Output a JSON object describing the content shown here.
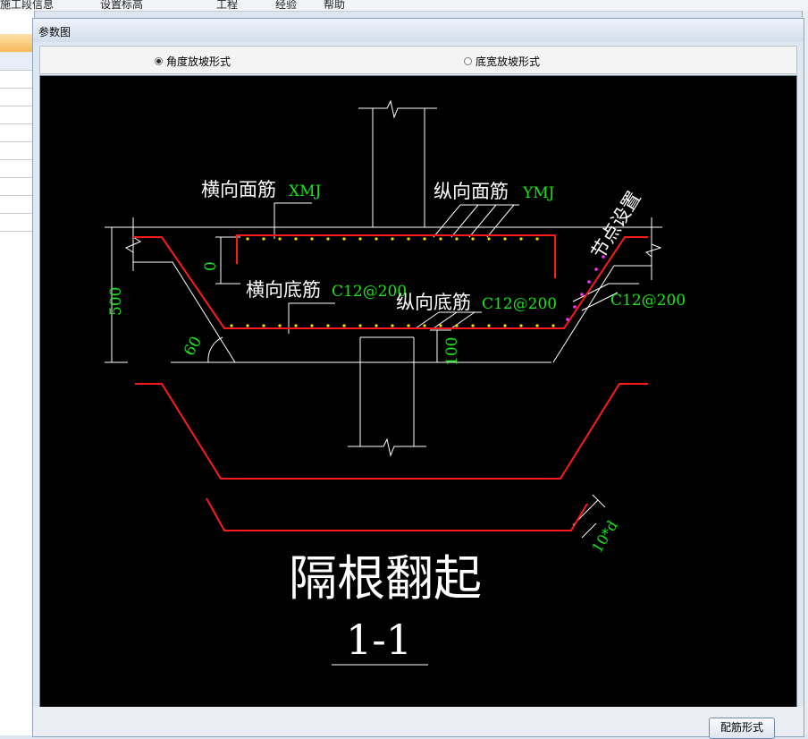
{
  "toolbar_strip": {
    "item1": "施工段信息",
    "item2": "设置标高",
    "item3": "工程",
    "item4": "经验",
    "item5": "帮助"
  },
  "dialog": {
    "title": "参数图",
    "radio_angle": "角度放坡形式",
    "radio_width": "底宽放坡形式",
    "button": "配筋形式"
  },
  "drawing": {
    "h_top_bar": "横向面筋",
    "h_top_bar_val": "XMJ",
    "v_top_bar": "纵向面筋",
    "v_top_bar_val": "YMJ",
    "node_setting": "节点设置",
    "h_bottom_bar": "横向底筋",
    "h_bottom_bar_val": "C12@200",
    "v_bottom_bar": "纵向底筋",
    "v_bottom_bar_val": "C12@200",
    "side_bar_val": "C12@200",
    "dim_0": "0",
    "dim_500": "500",
    "dim_100": "100",
    "angle_60": "60",
    "dim_10d": "10*d",
    "title": "隔根翻起",
    "section": "1-1"
  },
  "colors": {
    "rebar": "#ff1a1a",
    "label_green": "#19e619",
    "outline": "#ffffff",
    "dot": "#ffd900",
    "side_dot": "#ff33ff"
  }
}
